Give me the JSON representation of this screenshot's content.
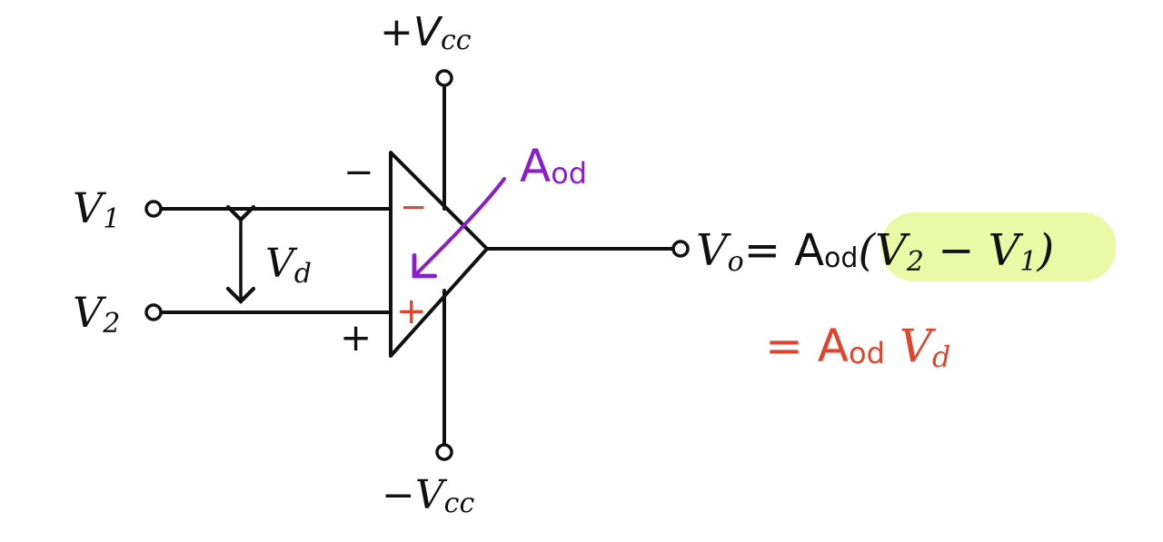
{
  "colors": {
    "ink": "#111111",
    "purple": "#8a1fc9",
    "red": "#e0442c",
    "highlight": "#e9f9a6"
  },
  "supply": {
    "positive": "+V",
    "positive_sub": "cc",
    "negative": "−V",
    "negative_sub": "cc"
  },
  "inputs": {
    "v1": "V",
    "v1_sub": "1",
    "v2": "V",
    "v2_sub": "2",
    "vd": "V",
    "vd_sub": "d"
  },
  "opamp": {
    "outer_minus": "−",
    "outer_plus": "+",
    "inner_minus": "−",
    "inner_plus": "+",
    "gain_label": "A",
    "gain_sub": "od"
  },
  "equation": {
    "line1_vo": "V",
    "line1_vo_sub": "o",
    "line1_eq": "= A",
    "line1_gain_sub": "od",
    "line1_paren": "(V",
    "line1_v2_sub": "2",
    "line1_minus_v": " − V",
    "line1_v1_sub": "1",
    "line1_close": ")",
    "line2_eq": "= A",
    "line2_gain_sub": "od",
    "line2_v": " V",
    "line2_vd_sub": "d"
  }
}
